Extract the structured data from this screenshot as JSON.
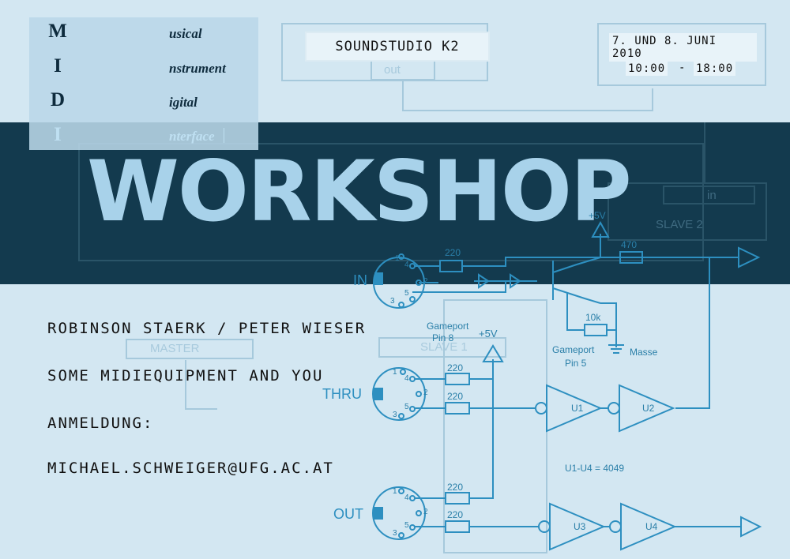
{
  "midi": {
    "letters": [
      "M",
      "I",
      "D",
      "I"
    ],
    "words": [
      "usical",
      "nstrument",
      "igital",
      "nterface"
    ]
  },
  "title": "WORKSHOP",
  "header": {
    "location": "SOUNDSTUDIO K2",
    "date": "7. UND 8. JUNI 2010",
    "time_start": "10:00",
    "time_dash": "-",
    "time_end": "18:00"
  },
  "info_lines": [
    "ROBINSON STAERK / PETER WIESER",
    "SOME MIDIEQUIPMENT AND YOU",
    "ANMELDUNG:",
    "MICHAEL.SCHWEIGER@UFG.AC.AT"
  ],
  "schematic": {
    "ports": {
      "in": "IN",
      "thru": "THRU",
      "out": "OUT"
    },
    "resistors": [
      "220",
      "220",
      "220",
      "220",
      "220",
      "470",
      "10k"
    ],
    "supply": [
      "+5V",
      "+5V"
    ],
    "gameport_pin8": [
      "Gameport",
      "Pin 8"
    ],
    "gameport_pin5": [
      "Gameport",
      "Pin 5"
    ],
    "ground": "Masse",
    "chip_note": "U1-U4 = 4049",
    "buffers": [
      "U1",
      "U2",
      "U3",
      "U4"
    ],
    "pins_in": [
      "4",
      "2",
      "5",
      "1",
      "3"
    ],
    "pins_thru": [
      "1",
      "4",
      "2",
      "5",
      "3"
    ],
    "pins_out": [
      "1",
      "4",
      "2",
      "5",
      "3"
    ],
    "faint": [
      "out",
      "in",
      "SLAVE 2",
      "MASTER",
      "SLAVE 1"
    ]
  },
  "colors": {
    "band": "#133a4e",
    "background": "#d3e7f2",
    "circuit": "#2d8fc0",
    "workshop": "#a8d2ea"
  }
}
